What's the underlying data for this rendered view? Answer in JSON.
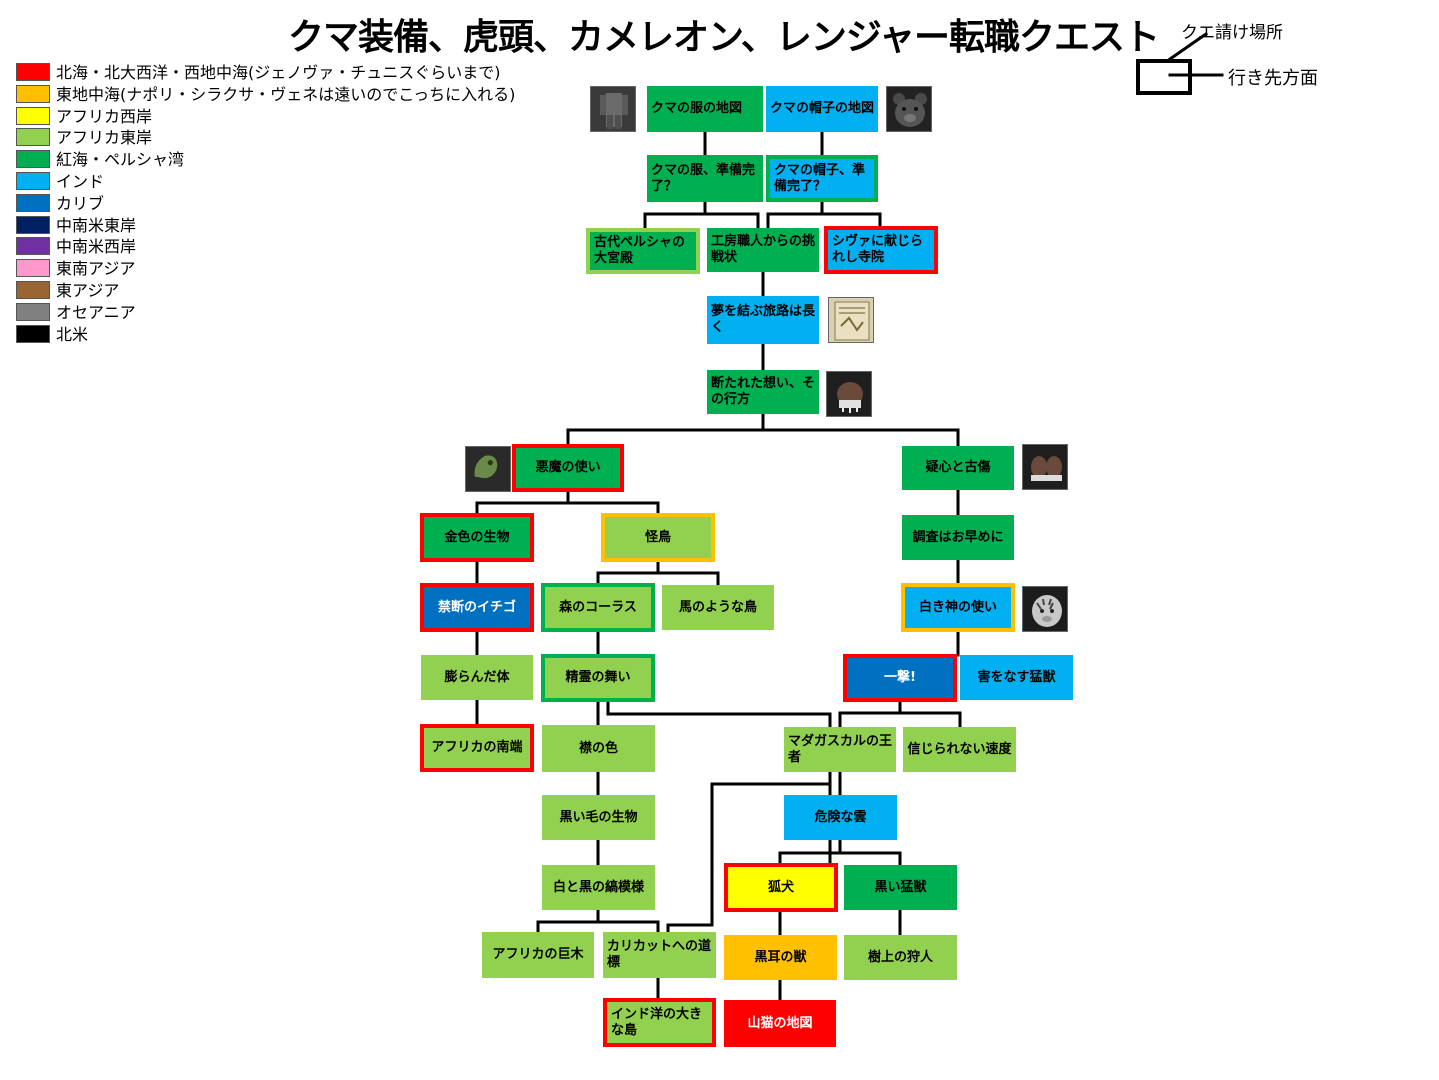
{
  "title": "クマ装備、虎頭、カメレオン、レンジャー転職クエスト",
  "legend": [
    {
      "color": "#ff0000",
      "label": "北海・北大西洋・西地中海(ジェノヴァ・チュニスぐらいまで)"
    },
    {
      "color": "#ffc000",
      "label": "東地中海(ナポリ・シラクサ・ヴェネは遠いのでこっちに入れる)"
    },
    {
      "color": "#ffff00",
      "label": "アフリカ西岸"
    },
    {
      "color": "#92d050",
      "label": "アフリカ東岸"
    },
    {
      "color": "#00b050",
      "label": "紅海・ペルシャ湾"
    },
    {
      "color": "#00b0f0",
      "label": "インド"
    },
    {
      "color": "#0070c0",
      "label": "カリブ"
    },
    {
      "color": "#002060",
      "label": "中南米東岸"
    },
    {
      "color": "#7030a0",
      "label": "中南米西岸"
    },
    {
      "color": "#ff99cc",
      "label": "東南アジア"
    },
    {
      "color": "#996633",
      "label": "東アジア"
    },
    {
      "color": "#808080",
      "label": "オセアニア"
    },
    {
      "color": "#000000",
      "label": "北米"
    }
  ],
  "key": {
    "request_label": "クエ請け場所",
    "destination_label": "行き先方面"
  },
  "colors": {
    "red": "#ff0000",
    "orange": "#ffc000",
    "yellow": "#ffff00",
    "lightgreen": "#92d050",
    "green": "#00b050",
    "cyan": "#00b0f0",
    "blue": "#0070c0"
  },
  "quests": {
    "bear_clothes_map": "クマの服の地図",
    "bear_hat_map": "クマの帽子の地図",
    "bear_clothes_ready": "クマの服、準備完了？",
    "bear_hat_ready": "クマの帽子、準備完了？",
    "persian_palace": "古代ペルシャの大宮殿",
    "craftsman_challenge": "工房職人からの挑戦状",
    "shiva_temple": "シヴァに献じられし寺院",
    "dream_journey": "夢を結ぶ旅路は長く",
    "severed_thoughts": "断たれた想い、その行方",
    "devil_messenger": "悪魔の使い",
    "suspicion_scar": "疑心と古傷",
    "golden_creature": "金色の生物",
    "strange_bird": "怪鳥",
    "investigate_early": "調査はお早めに",
    "forbidden_strawberry": "禁断のイチゴ",
    "forest_chorus": "森のコーラス",
    "horse_like_bird": "馬のような鳥",
    "white_god_messenger": "白き神の使い",
    "swollen_body": "膨らんだ体",
    "spirit_dance": "精霊の舞い",
    "one_strike": "一撃!",
    "harmful_beast": "害をなす猛獣",
    "africa_south": "アフリカの南端",
    "collar_color": "襟の色",
    "madagascar_king": "マダガスカルの王者",
    "unbelievable_speed": "信じられない速度",
    "black_furred": "黒い毛の生物",
    "dangerous_cloud": "危険な雲",
    "black_white_stripes": "白と黒の縞模様",
    "raccoon_dog": "狐犬",
    "black_beast": "黒い猛獣",
    "africa_giant_tree": "アフリカの巨木",
    "calicut_road": "カリカットへの道標",
    "black_eared_beast": "黒耳の獣",
    "tree_hunter": "樹上の狩人",
    "indian_ocean_island": "インド洋の大きな島",
    "wildcat_map": "山猫の地図"
  }
}
